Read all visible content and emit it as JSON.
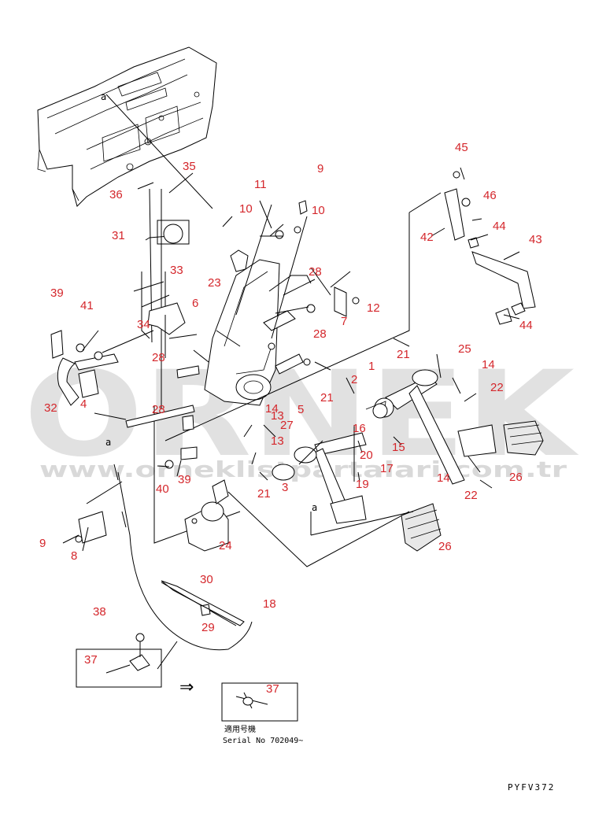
{
  "watermark": {
    "logo_text": "ORNEK",
    "url_text": "www.orneklistpartalari.com.tr"
  },
  "diagram_code": "PYFV372",
  "callout_letter": "a",
  "arrow_symbol": "⇒",
  "serial_note": {
    "jp_label": "適用号機",
    "serial_text": "Serial No 702049~"
  },
  "part_numbers": {
    "p1": "1",
    "p2": "2",
    "p3": "3",
    "p4": "4",
    "p5": "5",
    "p6": "6",
    "p7": "7",
    "p8": "8",
    "p9": "9",
    "p10": "10",
    "p11": "11",
    "p12": "12",
    "p13": "13",
    "p14": "14",
    "p15": "15",
    "p16": "16",
    "p17": "17",
    "p18": "18",
    "p19": "19",
    "p20": "20",
    "p21": "21",
    "p22": "22",
    "p23": "23",
    "p24": "24",
    "p25": "25",
    "p26": "26",
    "p27": "27",
    "p28": "28",
    "p29": "29",
    "p30": "30",
    "p31": "31",
    "p32": "32",
    "p33": "33",
    "p34": "34",
    "p35": "35",
    "p36": "36",
    "p37": "37",
    "p38": "38",
    "p39": "39",
    "p40": "40",
    "p41": "41",
    "p42": "42",
    "p43": "43",
    "p44": "44",
    "p45": "45",
    "p46": "46"
  }
}
